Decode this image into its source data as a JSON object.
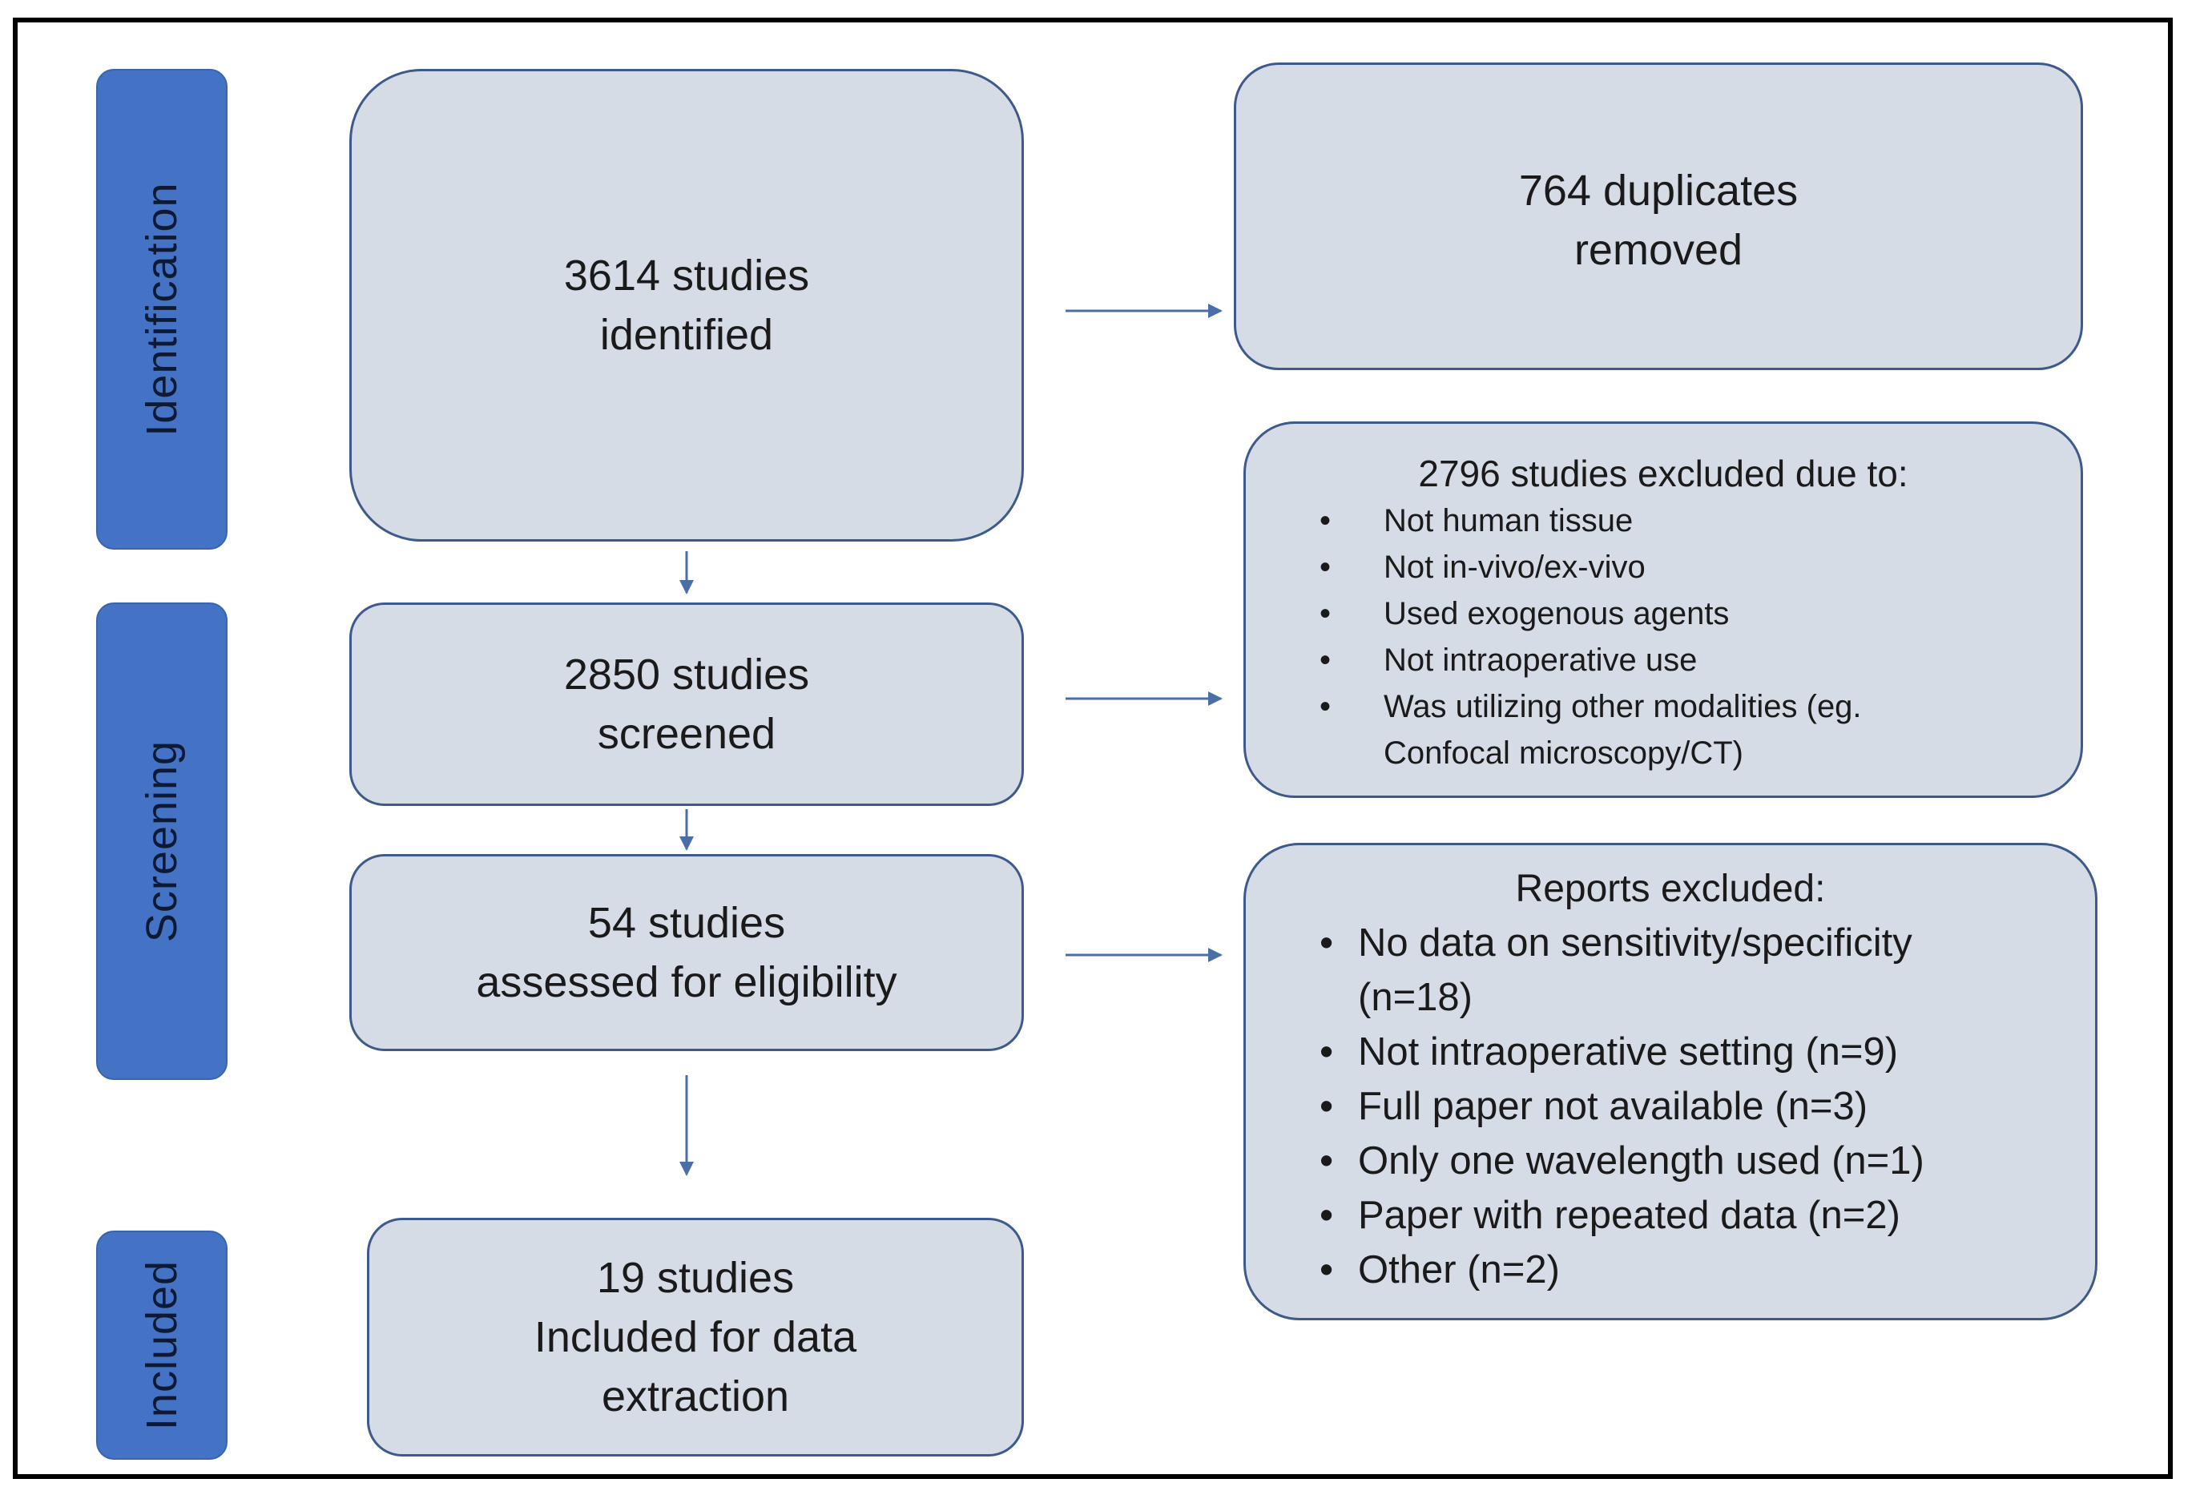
{
  "stages": {
    "identification": "Identification",
    "screening": "Screening",
    "included": "Included"
  },
  "boxes": {
    "identified": {
      "line1": "3614 studies",
      "line2": "identified"
    },
    "duplicates": {
      "line1": "764 duplicates",
      "line2": "removed"
    },
    "screened": {
      "line1": "2850 studies",
      "line2": "screened"
    },
    "excluded_screening": {
      "title": "2796 studies excluded due to:",
      "items": [
        "Not human tissue",
        "Not in-vivo/ex-vivo",
        "Used exogenous agents",
        "Not intraoperative use",
        "Was utilizing other modalities (eg.",
        "Confocal microscopy/CT)"
      ]
    },
    "eligibility": {
      "line1": "54 studies",
      "line2": "assessed for eligibility"
    },
    "reports_excluded": {
      "title": "Reports excluded:",
      "items": [
        "No data on sensitivity/specificity",
        "(n=18)",
        "Not intraoperative setting (n=9)",
        "Full paper not available (n=3)",
        "Only one wavelength used (n=1)",
        "Paper with repeated data (n=2)",
        "Other (n=2)"
      ]
    },
    "included": {
      "line1": "19 studies",
      "line2": "Included for data",
      "line3": "extraction"
    }
  },
  "colors": {
    "stage_fill": "#4472c4",
    "box_fill": "#d6dce6",
    "box_border": "#3d5a8a",
    "arrow": "#4a6fa8"
  }
}
